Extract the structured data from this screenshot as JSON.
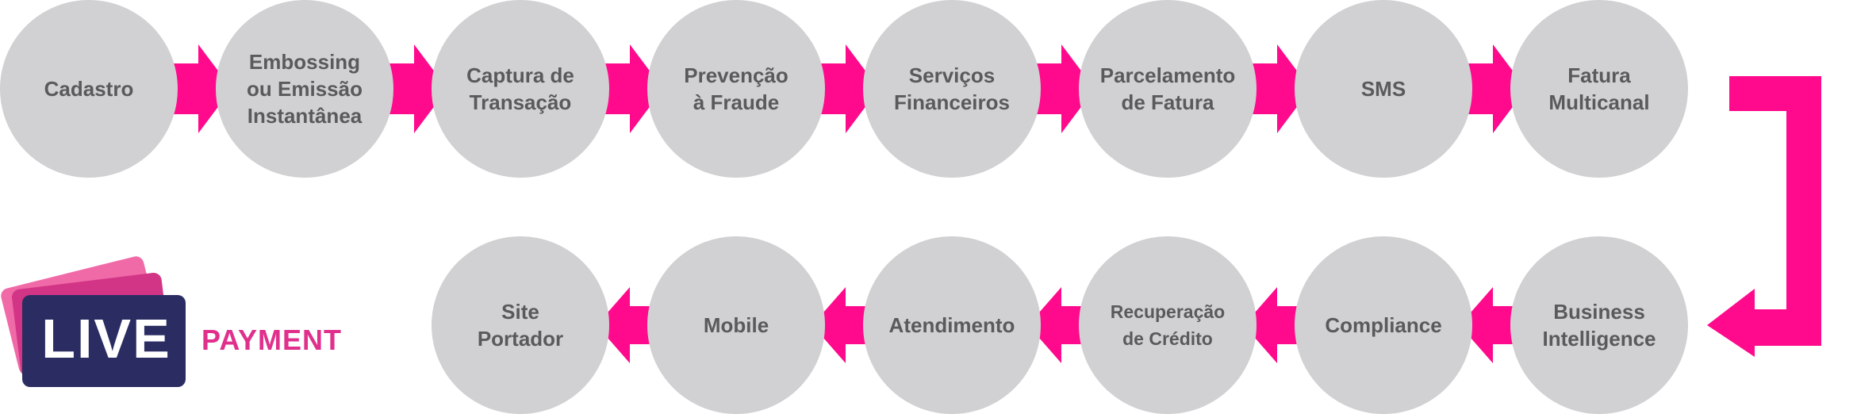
{
  "colors": {
    "circle": "#d1d1d3",
    "label": "#5a5a5c",
    "arrow": "#ff0a8c",
    "logo_navy": "#2b2d62",
    "logo_pink": "#e0308c"
  },
  "flow": {
    "row1": [
      "Cadastro",
      "Embossing\nou Emissão\nInstantânea",
      "Captura de\nTransação",
      "Prevenção\nà Fraude",
      "Serviços\nFinanceiros",
      "Parcelamento\nde Fatura",
      "SMS",
      "Fatura\nMulticanal"
    ],
    "row2": [
      "Business\nIntelligence",
      "Compliance",
      "Recuperação\nde Crédito",
      "Atendimento",
      "Mobile",
      "Site\nPortador"
    ]
  },
  "logo": {
    "live": "LIVE",
    "payment": "PAYMENT"
  }
}
